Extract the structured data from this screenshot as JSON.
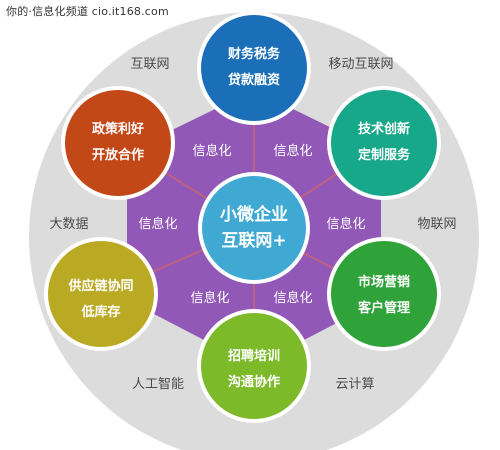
{
  "watermark": "你的·信息化频道 cio.it168.com",
  "center": {
    "line1": "小微企业",
    "line2": "互联网+"
  },
  "nodes": [
    {
      "line1": "财务税务",
      "line2": "贷款融资",
      "color": "#1a6fb8"
    },
    {
      "line1": "技术创新",
      "line2": "定制服务",
      "color": "#17a88a"
    },
    {
      "line1": "市场营销",
      "line2": "客户管理",
      "color": "#2fa33a"
    },
    {
      "line1": "招聘培训",
      "line2": "沟通协作",
      "color": "#7cba2a"
    },
    {
      "line1": "供应链协同",
      "line2": "低库存",
      "color": "#b9a923"
    },
    {
      "line1": "政策利好",
      "line2": "开放合作",
      "color": "#c34818"
    }
  ],
  "connector_label": "信息化",
  "outer_labels": [
    "互联网",
    "移动互联网",
    "物联网",
    "云计算",
    "人工智能",
    "大数据"
  ],
  "colors": {
    "outer_ring": "#dcdcdc",
    "hexagon": "#9258b8",
    "center": "#3fa9d4",
    "center_ring": "#2f8fb8",
    "spoke": "#c06080"
  }
}
